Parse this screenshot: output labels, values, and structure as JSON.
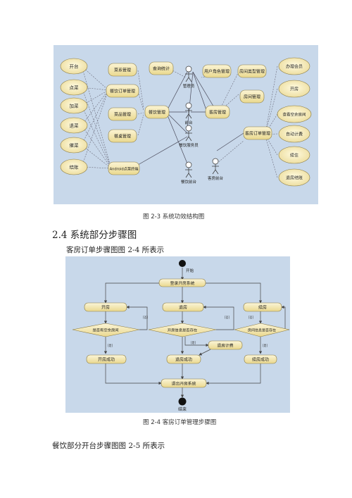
{
  "figure1": {
    "caption": "图 2-3  系统功效结构图",
    "left_ovals": [
      "开台",
      "点菜",
      "加菜",
      "退菜",
      "催菜",
      "结账"
    ],
    "mid_boxes": [
      "菜系管理",
      "餐饮订单管理",
      "菜品管理",
      "餐桌管理"
    ],
    "android_box": "Android点菜终端",
    "hub_box": "餐饮管理",
    "query_box": "查询统计",
    "user_role_box": "用户角色管理",
    "actors": [
      "管理员",
      "前台",
      "餐饮服务员",
      "餐饮前台",
      "客房前台"
    ],
    "room_mgmt": "客房管理",
    "room_type_box": "房间类型管理",
    "room_box": "房间管理",
    "room_order_box": "客房订单管理",
    "right_ovals": [
      "办理会员",
      "开房",
      "查看空余房间",
      "自动计费",
      "续住",
      "退房结账"
    ]
  },
  "section": {
    "title": "2.4 系统部分步骤图",
    "intro": "客房订单步骤图图 2-4 所表示"
  },
  "figure2": {
    "caption": "图 2-4  客房订单管理步骤图",
    "start_label": "开始",
    "end_label": "结束",
    "login": "登录开房系统",
    "open": "开房",
    "checkout": "退房",
    "extend": "续房",
    "q_room": "是否有空余房间",
    "q_open_info": "开房信息是否存在",
    "q_room_info": "房间信息是否存在",
    "calc": "退房计费",
    "open_ok": "开房成功",
    "checkout_ok": "退房成功",
    "extend_ok": "续房成功",
    "exit": "退出开房系统",
    "lbl_yes": "[是]",
    "lbl_no": "[否]"
  },
  "footer_text": "餐饮部分开台步骤图图 2-5 所表示"
}
